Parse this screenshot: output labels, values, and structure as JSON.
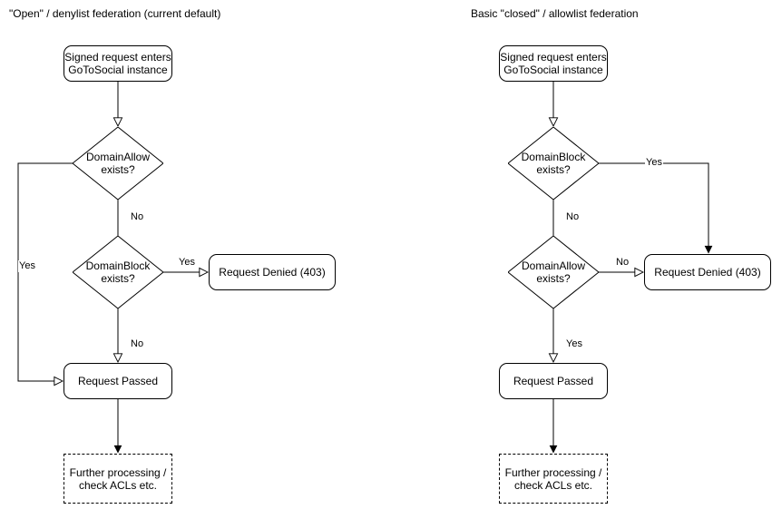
{
  "diagram": {
    "type": "flowchart",
    "columns": [
      {
        "id": "open-denylist",
        "title": "\"Open\" / denylist federation (current default)",
        "nodes": [
          {
            "id": "entry-left",
            "shape": "rounded",
            "label": "Signed request enters\nGoToSocial instance"
          },
          {
            "id": "allow-left",
            "shape": "diamond",
            "label": "DomainAllow\nexists?"
          },
          {
            "id": "block-left",
            "shape": "diamond",
            "label": "DomainBlock\nexists?"
          },
          {
            "id": "denied-left",
            "shape": "rounded",
            "label": "Request Denied (403)"
          },
          {
            "id": "passed-left",
            "shape": "rounded",
            "label": "Request Passed"
          },
          {
            "id": "further-left",
            "shape": "dashed",
            "label": "Further processing /\ncheck ACLs etc."
          }
        ],
        "edges": [
          {
            "from": "entry-left",
            "to": "allow-left",
            "label": ""
          },
          {
            "from": "allow-left",
            "to": "passed-left",
            "label": "Yes"
          },
          {
            "from": "allow-left",
            "to": "block-left",
            "label": "No"
          },
          {
            "from": "block-left",
            "to": "denied-left",
            "label": "Yes"
          },
          {
            "from": "block-left",
            "to": "passed-left",
            "label": "No"
          },
          {
            "from": "passed-left",
            "to": "further-left",
            "label": ""
          }
        ]
      },
      {
        "id": "closed-allowlist",
        "title": "Basic \"closed\" / allowlist federation",
        "nodes": [
          {
            "id": "entry-right",
            "shape": "rounded",
            "label": "Signed request enters\nGoToSocial instance"
          },
          {
            "id": "block-right",
            "shape": "diamond",
            "label": "DomainBlock\nexists?"
          },
          {
            "id": "allow-right",
            "shape": "diamond",
            "label": "DomainAllow\nexists?"
          },
          {
            "id": "denied-right",
            "shape": "rounded",
            "label": "Request Denied (403)"
          },
          {
            "id": "passed-right",
            "shape": "rounded",
            "label": "Request Passed"
          },
          {
            "id": "further-right",
            "shape": "dashed",
            "label": "Further processing /\ncheck ACLs etc."
          }
        ],
        "edges": [
          {
            "from": "entry-right",
            "to": "block-right",
            "label": ""
          },
          {
            "from": "block-right",
            "to": "denied-right",
            "label": "Yes"
          },
          {
            "from": "block-right",
            "to": "allow-right",
            "label": "No"
          },
          {
            "from": "allow-right",
            "to": "denied-right",
            "label": "No"
          },
          {
            "from": "allow-right",
            "to": "passed-right",
            "label": "Yes"
          },
          {
            "from": "passed-right",
            "to": "further-right",
            "label": ""
          }
        ]
      }
    ],
    "labels": {
      "left_allow_yes": "Yes",
      "left_allow_no": "No",
      "left_block_yes": "Yes",
      "left_block_no": "No",
      "right_block_yes": "Yes",
      "right_block_no": "No",
      "right_allow_no": "No",
      "right_allow_yes": "Yes"
    },
    "colors": {
      "stroke": "#000000",
      "fill": "#ffffff",
      "text": "#000000"
    }
  }
}
